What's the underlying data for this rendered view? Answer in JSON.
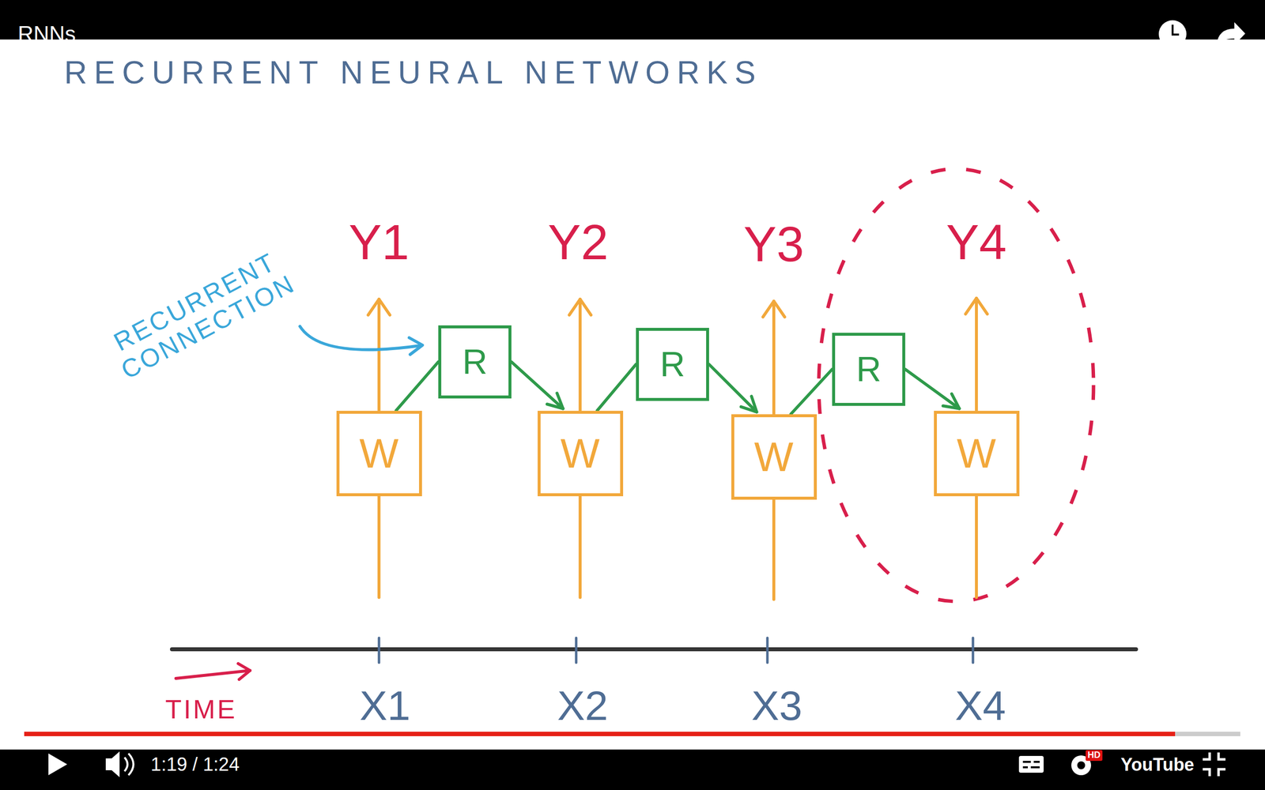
{
  "diagram": {
    "title": "RECURRENT NEURAL NETWORKS",
    "nodes": [
      {
        "text": [
          "W"
        ]
      },
      {
        "text": [
          "R"
        ]
      },
      {
        "text": [
          "W"
        ]
      },
      {
        "text": [
          "R"
        ]
      },
      {
        "text": [
          "W"
        ]
      },
      {
        "text": [
          "R"
        ]
      },
      {
        "text": [
          "W"
        ]
      }
    ],
    "edges": [
      {
        "from": 0,
        "to": 1,
        "arrow": "none"
      },
      {
        "from": 1,
        "to": 2,
        "arrow": "to"
      },
      {
        "from": 2,
        "to": 3,
        "arrow": "none"
      },
      {
        "from": 3,
        "to": 4,
        "arrow": "to"
      },
      {
        "from": 4,
        "to": 5,
        "arrow": "none"
      },
      {
        "from": 5,
        "to": 6,
        "arrow": "to"
      }
    ],
    "labels": [
      "RNNs",
      "RECURRENT CONNECTION",
      "Y1",
      "Y2",
      "Y3",
      "Y4",
      "X1",
      "X2",
      "X3",
      "X4",
      "TIME",
      "1:19 / 1:24",
      "YouTube",
      "HD"
    ]
  }
}
